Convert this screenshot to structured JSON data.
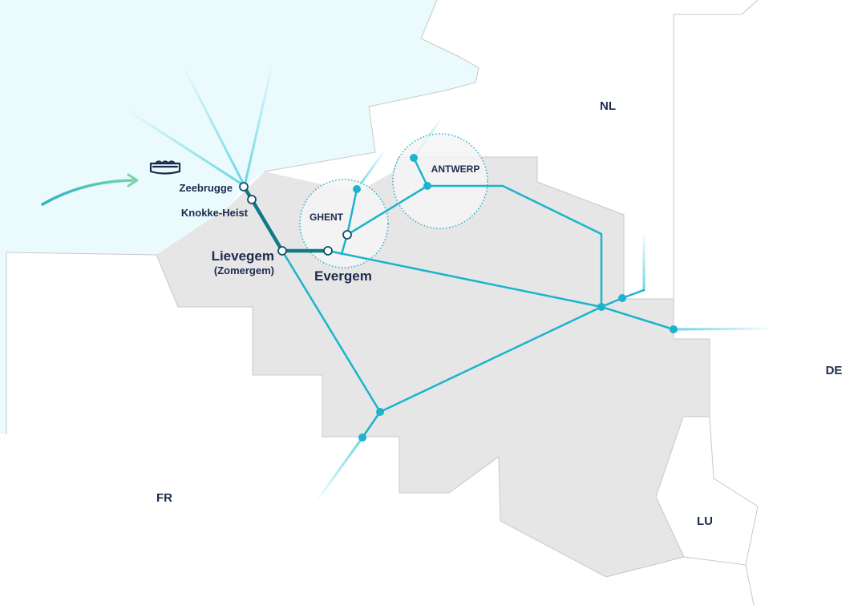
{
  "countries": {
    "nl": "NL",
    "de": "DE",
    "fr": "FR",
    "lu": "LU"
  },
  "cities": {
    "antwerp": "ANTWERP",
    "ghent": "GHENT"
  },
  "nodes": {
    "zeebrugge": "Zeebrugge",
    "knokke_heist": "Knokke-Heist",
    "lievegem": "Lievegem",
    "lievegem_sub": "(Zomergem)",
    "evergem": "Evergem"
  },
  "icons": {
    "ship": "ship-icon",
    "arrow": "incoming-arrow-icon"
  },
  "colors": {
    "sea": "#ebfbfd",
    "belgium": "#e6e6e6",
    "border": "#c8c8c8",
    "pipeline": "#1ab4cc",
    "pipeline_dark": "#0e7a86",
    "arrow": "#5ec6a4",
    "label": "#1c2a4e"
  }
}
